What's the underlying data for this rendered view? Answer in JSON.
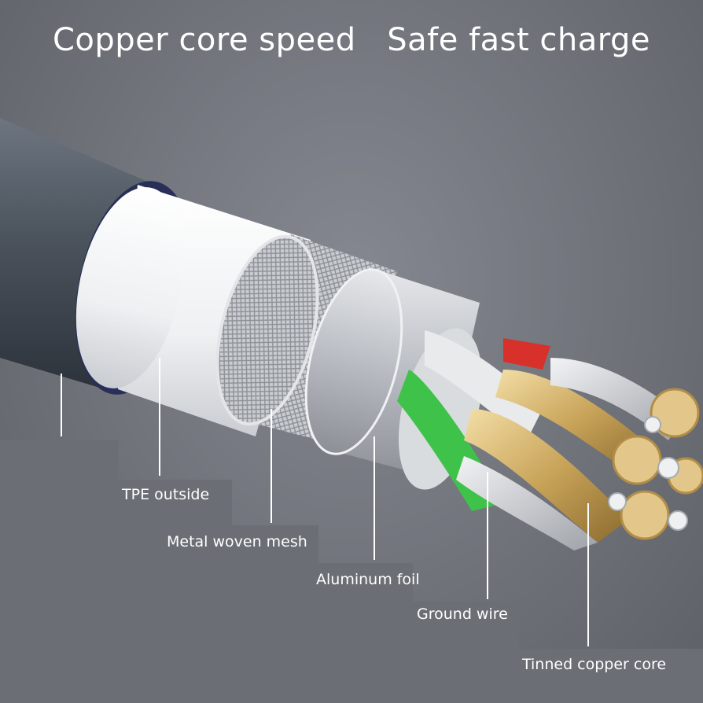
{
  "title": "Copper core speed   Safe fast charge",
  "labels": {
    "tpe": "TPE outside",
    "mesh": "Metal woven mesh",
    "foil": "Aluminum foil",
    "ground": "Ground wire",
    "core": "Tinned copper core"
  }
}
